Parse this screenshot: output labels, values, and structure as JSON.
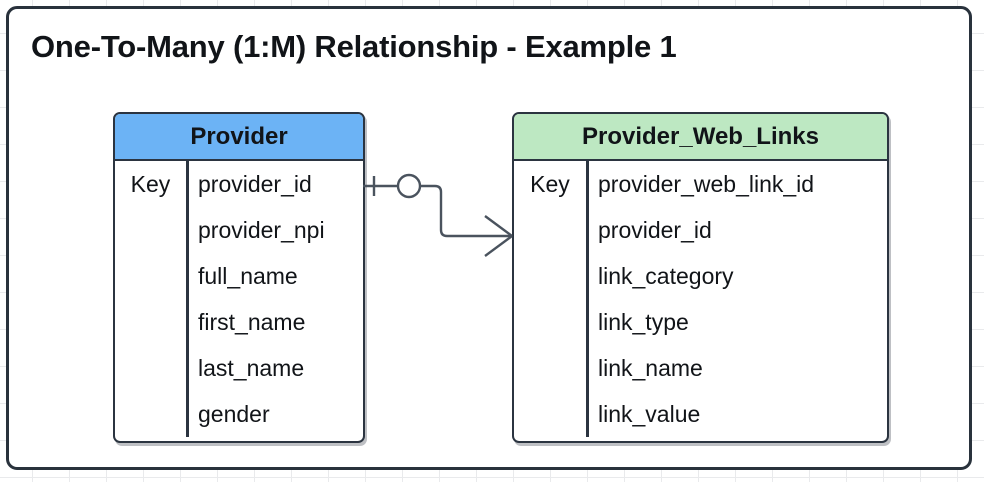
{
  "diagram": {
    "title": "One-To-Many (1:M) Relationship - Example 1",
    "key_label": "Key",
    "colors": {
      "frame_border": "#29323c",
      "table_border": "#2b3440",
      "provider_header": "#6CB3F5",
      "web_links_header": "#BDE8C2",
      "text": "#111418",
      "grid": "#e9eaec"
    },
    "entities": [
      {
        "name": "Provider",
        "header_color": "#6CB3F5",
        "fields": [
          {
            "key": "Key",
            "name": "provider_id"
          },
          {
            "key": "",
            "name": "provider_npi"
          },
          {
            "key": "",
            "name": "full_name"
          },
          {
            "key": "",
            "name": "first_name"
          },
          {
            "key": "",
            "name": "last_name"
          },
          {
            "key": "",
            "name": "gender"
          }
        ]
      },
      {
        "name": "Provider_Web_Links",
        "header_color": "#BDE8C2",
        "fields": [
          {
            "key": "Key",
            "name": "provider_web_link_id"
          },
          {
            "key": "",
            "name": "provider_id"
          },
          {
            "key": "",
            "name": "link_category"
          },
          {
            "key": "",
            "name": "link_type"
          },
          {
            "key": "",
            "name": "link_name"
          },
          {
            "key": "",
            "name": "link_value"
          }
        ]
      }
    ],
    "relationship": {
      "from": "Provider",
      "to": "Provider_Web_Links",
      "from_cardinality": "one",
      "to_cardinality": "many",
      "from_notation": "one-and-only-one-icon",
      "to_notation": "crows-foot-icon",
      "label": "1:M"
    }
  }
}
